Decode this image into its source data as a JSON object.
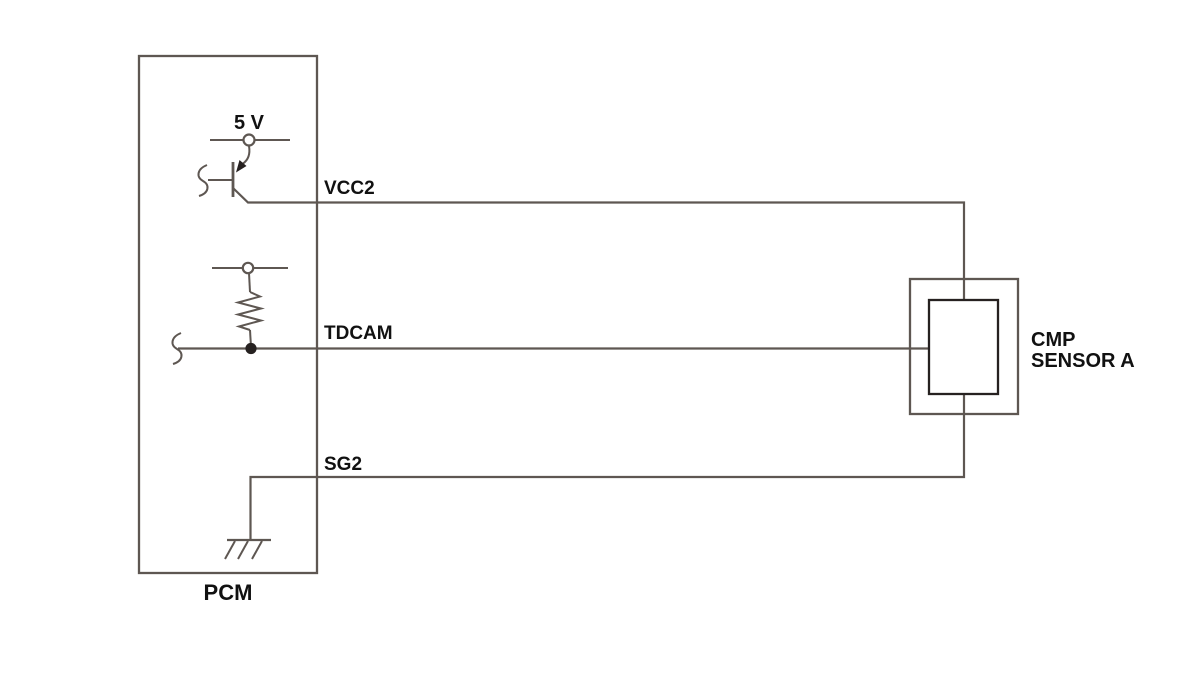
{
  "colors": {
    "line": "#5e5752",
    "accent": "#262120",
    "text": "#111111",
    "bg": "#ffffff"
  },
  "diagram": {
    "title": "PCM to CMP Sensor A wiring schematic",
    "pcm": {
      "label": "PCM"
    },
    "supply": {
      "label": "5 V"
    },
    "signals": {
      "vcc2": "VCC2",
      "tdcam": "TDCAM",
      "sg2": "SG2"
    },
    "sensor": {
      "line1": "CMP",
      "line2": "SENSOR A"
    },
    "components": {
      "transistor": "pnp-transistor",
      "resistor": "pull-up-resistor",
      "ground": "chassis-ground",
      "wire_breaks": "wire-continuation-marks",
      "junction": "solder-junction-dot"
    }
  }
}
